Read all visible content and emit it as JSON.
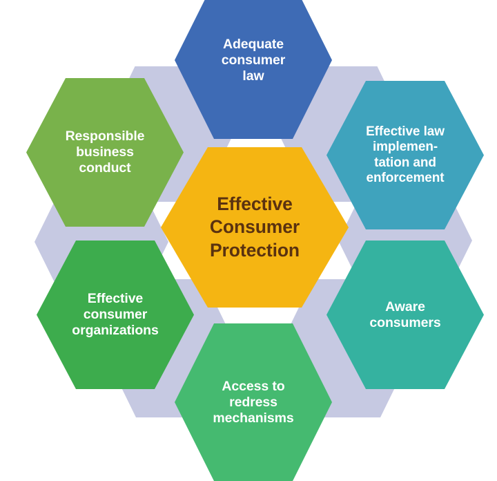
{
  "diagram": {
    "title": "Effective Consumer Protection",
    "type": "hexagon-honeycomb",
    "background_color": "#FFFFFF",
    "shadow_color": "#C6C9E2",
    "center": {
      "label": "Effective\nConsumer\nProtection",
      "line1": "Effective",
      "line2": "Consumer",
      "line3": "Protection",
      "fill_color": "#F5B512",
      "text_color": "#5A3210"
    },
    "petals": [
      {
        "position": "top",
        "label": "Adequate\nconsumer\nlaw",
        "fill_color": "#3E6BB5",
        "text_color": "#FFFFFF"
      },
      {
        "position": "upper-right",
        "label": "Effective law\nimplemen-\ntation and\nenforcement",
        "fill_color": "#3FA3BD",
        "text_color": "#FFFFFF"
      },
      {
        "position": "lower-right",
        "label": "Aware\nconsumers",
        "fill_color": "#35B2A0",
        "text_color": "#FFFFFF"
      },
      {
        "position": "bottom",
        "label": "Access to\nredress\nmechanisms",
        "fill_color": "#45BA70",
        "text_color": "#FFFFFF"
      },
      {
        "position": "lower-left",
        "label": "Effective\nconsumer\norganizations",
        "fill_color": "#3DAC4D",
        "text_color": "#FFFFFF"
      },
      {
        "position": "upper-left",
        "label": "Responsible\nbusiness\nconduct",
        "fill_color": "#79B24B",
        "text_color": "#FFFFFF"
      }
    ]
  }
}
